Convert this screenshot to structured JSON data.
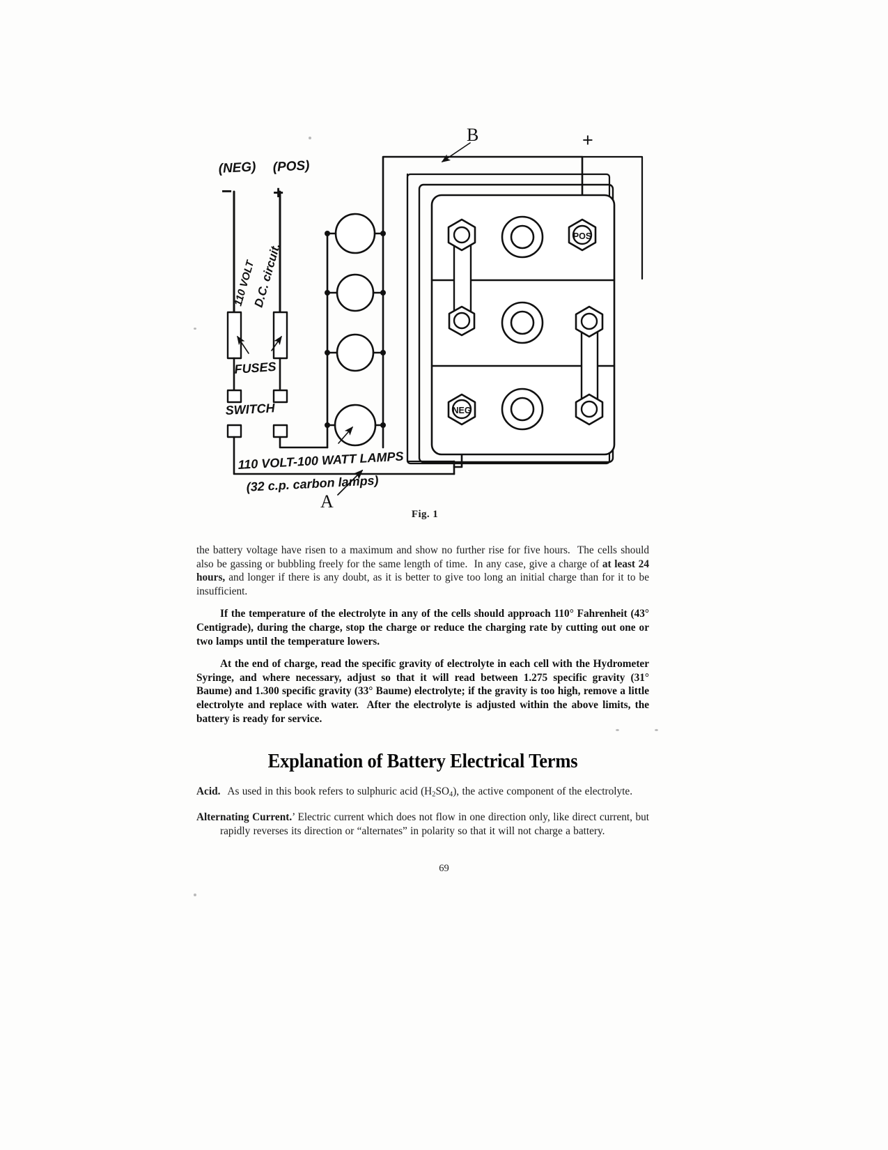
{
  "figure": {
    "caption": "Fig. 1",
    "labels": {
      "neg_tag": "(NEG)",
      "pos_tag": "(POS)",
      "minus_sign": "−",
      "plus_sign": "+",
      "circuit_line1": "110 VOLT",
      "circuit_line2": "D.C. circuit.",
      "fuses": "FUSES",
      "switch": "SWITCH",
      "lamps_line1": "110 VOLT-100 WATT LAMPS",
      "lamps_line2": "(32 c.p. carbon  lamps)",
      "callout_a": "A",
      "callout_b": "B",
      "battery_plus": "+",
      "battery_minus": "−",
      "terminal_pos": "POS",
      "terminal_neg": "NEG"
    }
  },
  "body": {
    "para1_part1": "the battery voltage have risen to a maximum and show no further rise for five hours.  The cells should also be gassing or bubbling freely for the same length of time.  In any case, give a charge of ",
    "para1_bold": "at least 24 hours,",
    "para1_part2": " and longer if there is any doubt, as it is better to give too long an initial charge than for it to be insufficient.",
    "para2": "If the temperature of the electrolyte in any of the cells should approach 110° Fahrenheit (43° Centigrade), during the charge, stop the charge or reduce the charging rate by cutting out one or two lamps until the temperature lowers.",
    "para3": "At the end of charge, read the specific gravity of electrolyte in each cell with the Hydrometer Syringe, and where necessary, adjust so that it will read between 1.275 specific gravity (31° Baume) and 1.300 specific gravity (33° Baume) electrolyte; if the gravity is too high, remove a little electrolyte and replace with water.  After the electrolyte is adjusted within the above limits, the battery is ready for service."
  },
  "section": {
    "heading": "Explanation of Battery Electrical Terms"
  },
  "definitions": [
    {
      "term": "Acid.",
      "text_before": "As used in this book refers to sulphuric acid (H",
      "sub1": "2",
      "text_mid": "SO",
      "sub2": "4",
      "text_after": "), the active component of the electrolyte."
    },
    {
      "term": "Alternating Current.",
      "text": "’ Electric current which does not flow in one direction only, like direct current, but rapidly reverses its direction or “alternates” in polarity so that it will not charge a battery."
    }
  ],
  "folio": {
    "page_number": "69"
  }
}
